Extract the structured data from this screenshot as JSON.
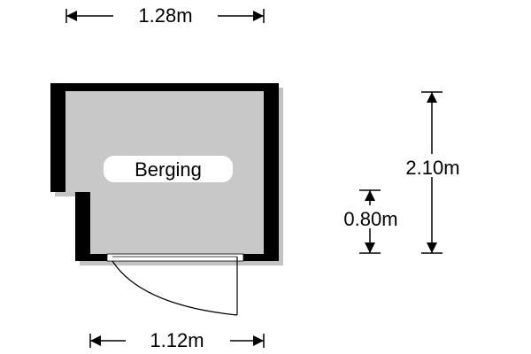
{
  "room": {
    "name": "Berging"
  },
  "dimensions": {
    "top_width": "1.28m",
    "bottom_width": "1.12m",
    "height": "2.10m",
    "door_height": "0.80m"
  }
}
